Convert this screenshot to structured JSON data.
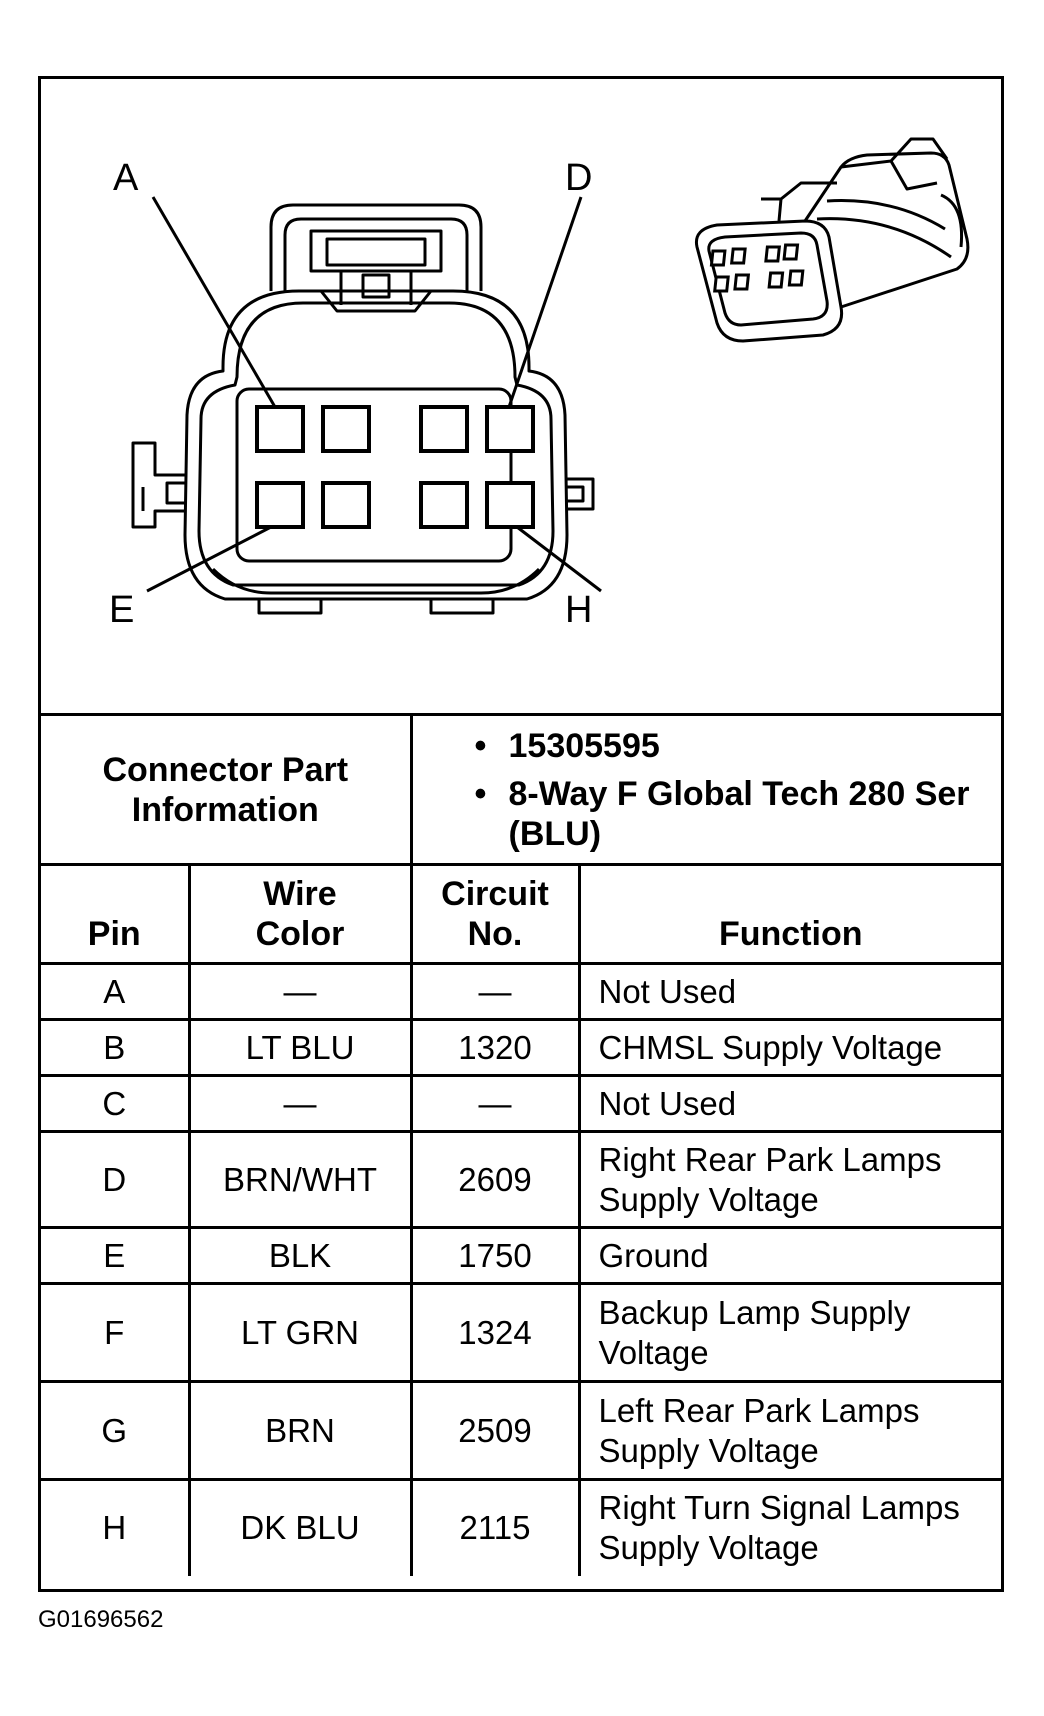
{
  "diagram": {
    "pin_callouts": [
      "A",
      "D",
      "E",
      "H"
    ]
  },
  "connector_info": {
    "label": "Connector Part Information",
    "items": [
      "15305595",
      "8-Way F Global Tech 280 Ser (BLU)"
    ]
  },
  "pin_table": {
    "headers": {
      "pin": "Pin",
      "wire_color_line1": "Wire",
      "wire_color_line2": "Color",
      "circuit_line1": "Circuit",
      "circuit_line2": "No.",
      "function": "Function"
    },
    "rows": [
      {
        "pin": "A",
        "wire_color": "—",
        "circuit": "—",
        "function": "Not Used"
      },
      {
        "pin": "B",
        "wire_color": "LT BLU",
        "circuit": "1320",
        "function": "CHMSL Supply Voltage"
      },
      {
        "pin": "C",
        "wire_color": "—",
        "circuit": "—",
        "function": "Not Used"
      },
      {
        "pin": "D",
        "wire_color": "BRN/WHT",
        "circuit": "2609",
        "function": "Right Rear Park Lamps Supply Voltage"
      },
      {
        "pin": "E",
        "wire_color": "BLK",
        "circuit": "1750",
        "function": "Ground"
      },
      {
        "pin": "F",
        "wire_color": "LT GRN",
        "circuit": "1324",
        "function": "Backup Lamp Supply Voltage"
      },
      {
        "pin": "G",
        "wire_color": "BRN",
        "circuit": "2509",
        "function": "Left Rear Park Lamps Supply Voltage"
      },
      {
        "pin": "H",
        "wire_color": "DK BLU",
        "circuit": "2115",
        "function": "Right Turn Signal Lamps Supply Voltage"
      }
    ]
  },
  "caption": "G01696562"
}
